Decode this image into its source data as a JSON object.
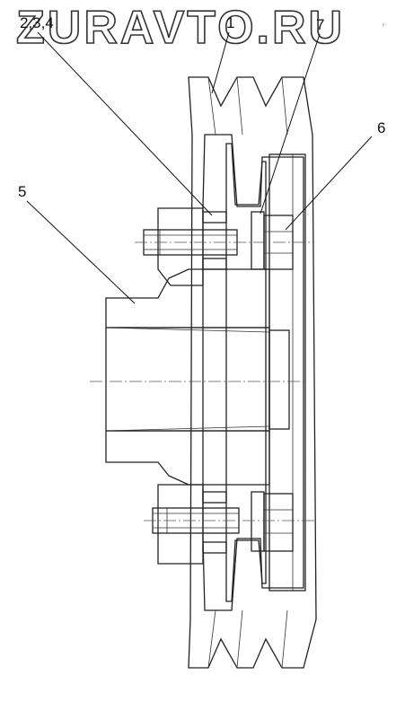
{
  "watermark": "ZURAVTO.RU",
  "corner_mark": "ᵖ⁻",
  "callouts": {
    "parts_2_3_4": "2,3,4",
    "part_1": "1",
    "part_7": "7",
    "part_6": "6",
    "part_5": "5"
  },
  "colors": {
    "line": "#222222",
    "hatch": "#555555",
    "background": "#ffffff"
  }
}
